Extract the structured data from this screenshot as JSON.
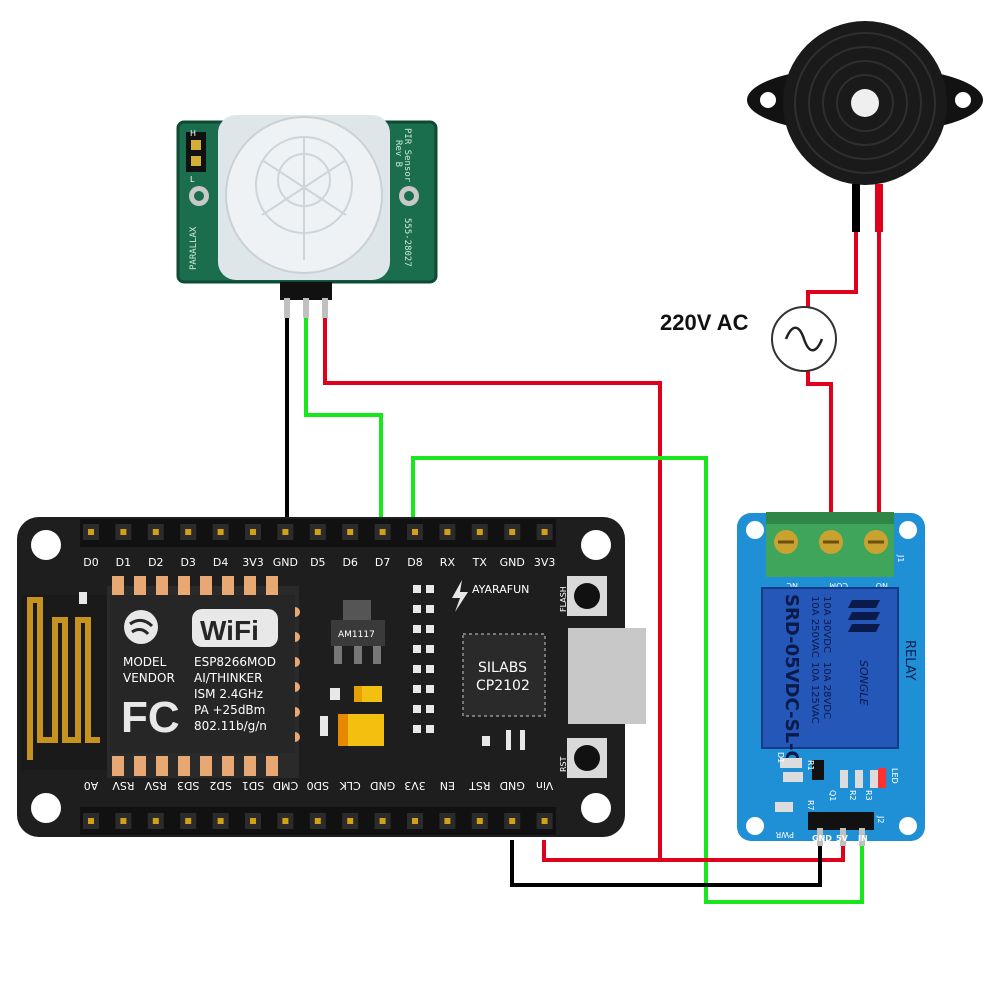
{
  "colors": {
    "wire_black": "#000000",
    "wire_red": "#e0001b",
    "wire_green": "#16e81b",
    "board_black": "#1e1e1e",
    "relay_blue": "#1f8fd6",
    "pir_green": "#1a6e4e",
    "terminal_green": "#3ea55a",
    "buzzer": "#151515"
  },
  "pir": {
    "brand": "PARALLAX",
    "line1": "PIR Sensor",
    "line2": "Rev B",
    "part": "555-28027",
    "jumper_h": "H",
    "jumper_l": "L"
  },
  "ac_source": {
    "label": "220V AC",
    "symbol": "~"
  },
  "nodemcu": {
    "top_pins": [
      "D0",
      "D1",
      "D2",
      "D3",
      "D4",
      "3V3",
      "GND",
      "D5",
      "D6",
      "D7",
      "D8",
      "RX",
      "TX",
      "GND",
      "3V3"
    ],
    "bottom_pins": [
      "A0",
      "RSV",
      "RSV",
      "SD3",
      "SD2",
      "SD1",
      "CMD",
      "SD0",
      "CLK",
      "GND",
      "3V3",
      "EN",
      "RST",
      "GND",
      "Vin"
    ],
    "module": {
      "model": "MODEL",
      "vendor": "VENDOR",
      "fc": "FC",
      "wifi": "WiFi",
      "line1": "ESP8266MOD",
      "line2": "AI/THINKER",
      "line3": "ISM 2.4GHz",
      "line4": "PA +25dBm",
      "line5": "802.11b/g/n"
    },
    "regulator": "AM1117",
    "maker": "AYARAFUN",
    "usb_chip_line1": "SILABS",
    "usb_chip_line2": "CP2102",
    "flash_label": "FLASH",
    "rst_label": "RST"
  },
  "relay": {
    "title": "RELAY",
    "terminal_labels": [
      "NC",
      "COM",
      "NO"
    ],
    "j1": "J1",
    "j2": "J2",
    "brand": "SONGLE",
    "model": "SRD-05VDC-SL-C",
    "rating_col1": [
      "10A 250VAC",
      "10A 30VDC"
    ],
    "rating_col2": [
      "10A 125VAC",
      "10A 28VDC"
    ],
    "input_pins": [
      "GND",
      "5V",
      "IN"
    ],
    "led_label": "LED",
    "pwr_label": "PWR",
    "components": [
      "D1",
      "R1",
      "Q1",
      "R2",
      "R3",
      "R7"
    ]
  }
}
